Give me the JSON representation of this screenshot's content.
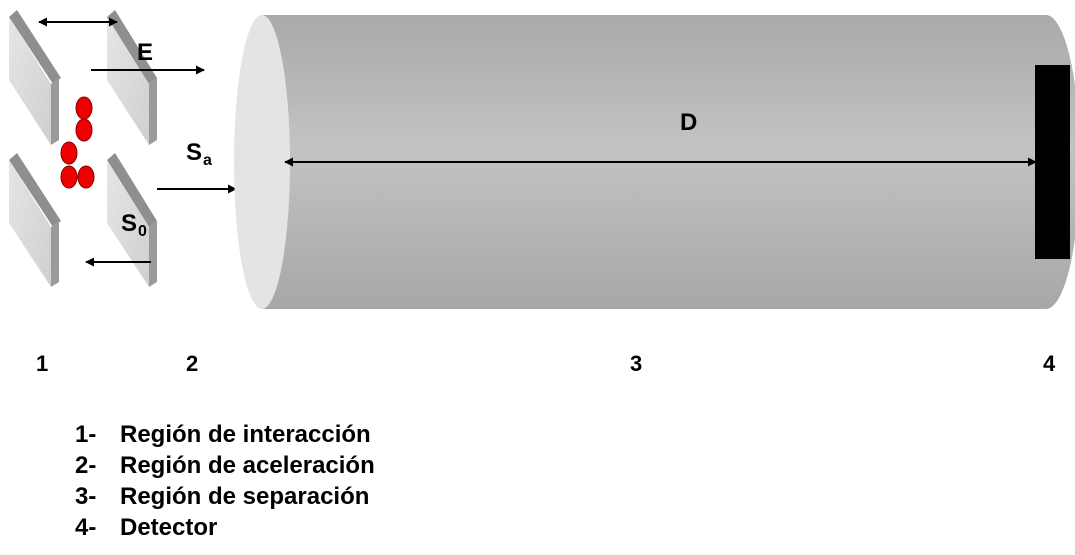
{
  "diagram": {
    "symbols": {
      "E": "E",
      "Sa_main": "S",
      "Sa_sub": "a",
      "S0_main": "S",
      "S0_sub": "0",
      "D": "D"
    },
    "region_numbers": [
      "1",
      "2",
      "3",
      "4"
    ],
    "legend": [
      {
        "number": "1-",
        "label": "Región de interacción"
      },
      {
        "number": "2-",
        "label": "Región de aceleración"
      },
      {
        "number": "3-",
        "label": "Región de separación"
      },
      {
        "number": "4-",
        "label": "Detector"
      }
    ],
    "colors": {
      "tube": "#b4b4b4",
      "tube_end": "#e4e4e4",
      "plate_face": "#d9d9d9",
      "plate_edge": "#888888",
      "particle": "#ee0000",
      "detector": "#000000"
    }
  }
}
